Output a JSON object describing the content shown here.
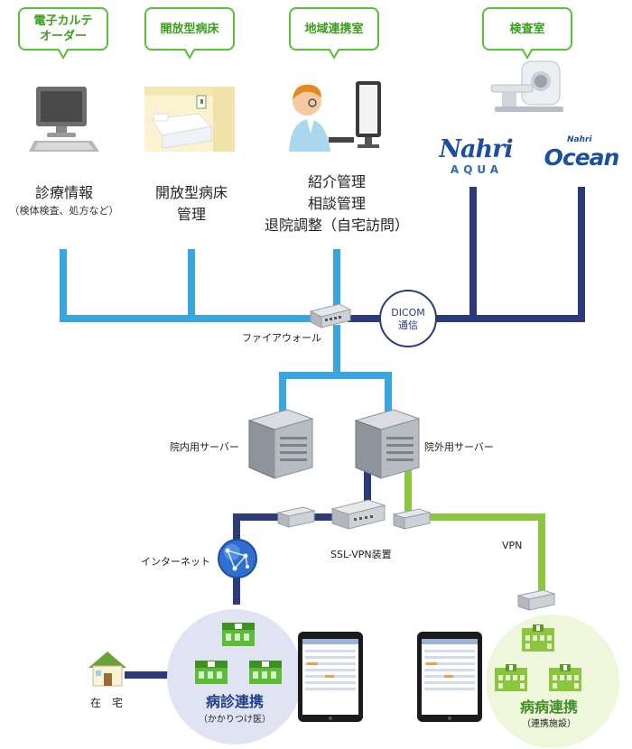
{
  "callouts": {
    "emr": "電子カルテ\nオーダー",
    "open_beds": "開放型病床",
    "regional": "地域連携室",
    "lab": "検査室"
  },
  "functions": {
    "emr_main": "診療情報",
    "emr_sub": "（検体検査、処方など）",
    "beds_line1": "開放型病床",
    "beds_line2": "管理",
    "regional_line1": "紹介管理",
    "regional_line2": "相談管理",
    "regional_line3": "退院調整（自宅訪問）"
  },
  "brands": {
    "nahri": "Nahri",
    "aqua": "AQUA",
    "ocean_top": "Nahri",
    "ocean": "Ocean"
  },
  "network": {
    "firewall": "ファイアウォール",
    "dicom_line1": "DICOM",
    "dicom_line2": "通信",
    "internal_server": "院内用サーバー",
    "external_server": "院外用サーバー",
    "ssl_vpn": "SSL-VPN装置",
    "internet": "インターネット",
    "vpn": "VPN"
  },
  "zones": {
    "home": "在　宅",
    "clinic_title": "病診連携",
    "clinic_sub": "（かかりつけ医）",
    "hospital_title": "病病連携",
    "hospital_sub": "（連携施設）"
  },
  "colors": {
    "light_blue": "#3aa6e0",
    "navy": "#2b3b7a",
    "lime": "#8cc63f",
    "callout_green": "#5bbf3a",
    "clinic_zone": "#e0e4f2",
    "hospital_zone": "#eef6dc"
  },
  "icons": [
    "computer-monitor-icon",
    "hospital-bed-icon",
    "doctor-at-computer-icon",
    "ct-scanner-icon",
    "firewall-switch-icon",
    "server-icon",
    "switch-icon",
    "globe-icon",
    "house-icon",
    "clinic-building-icon",
    "tablet-icon"
  ]
}
